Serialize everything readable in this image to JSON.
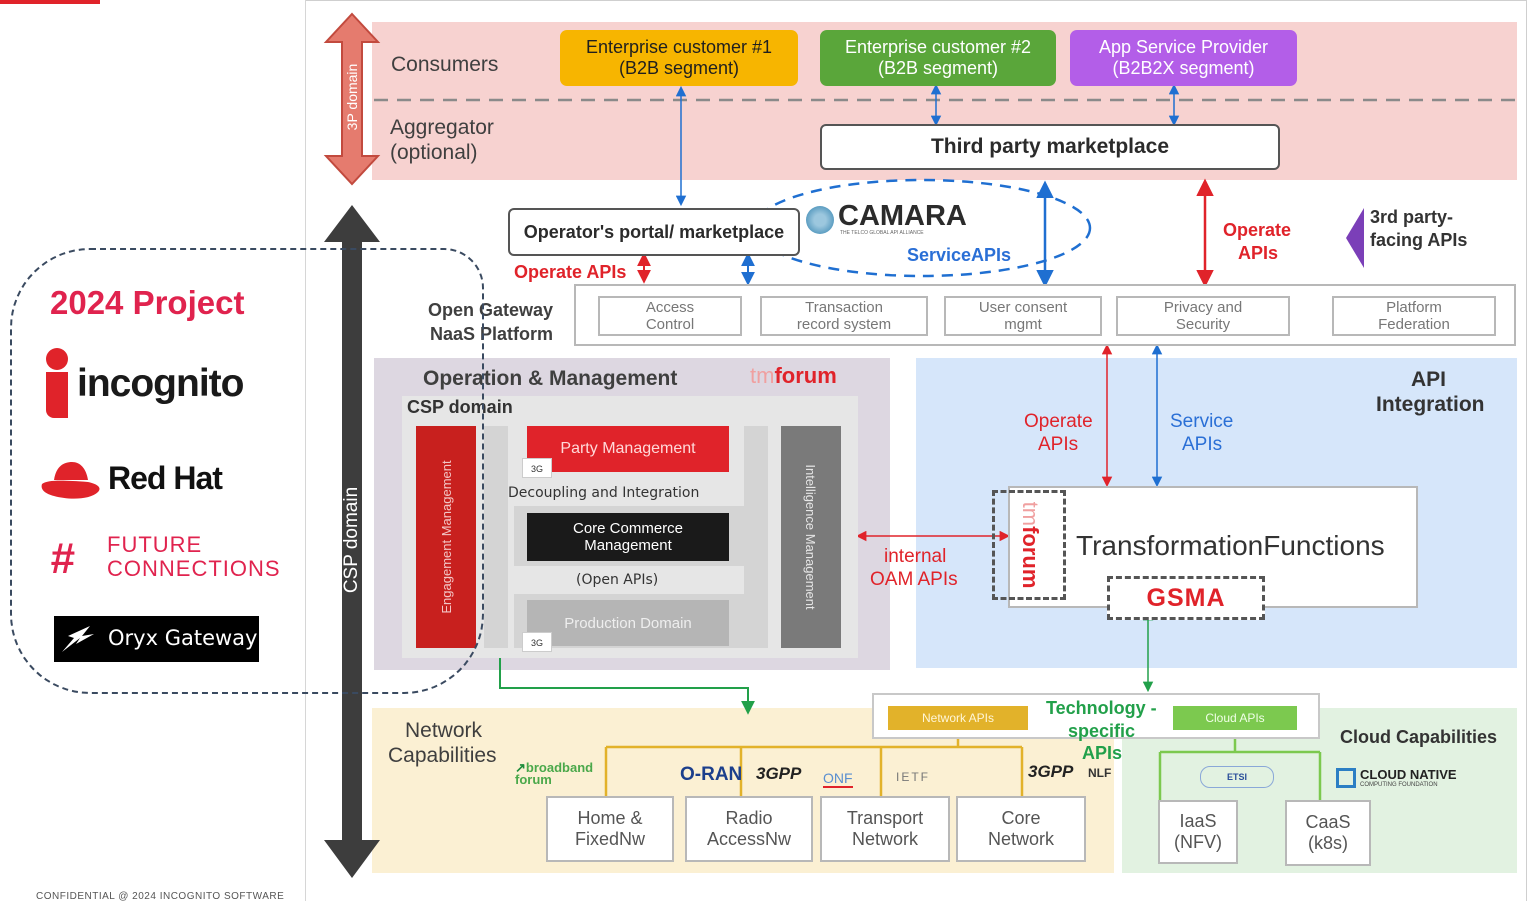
{
  "slide": {
    "footer": "CONFIDENTIAL @ 2024 INCOGNITO SOFTWARE"
  },
  "project_panel": {
    "title": "2024 Project",
    "logos": [
      {
        "name": "incognito",
        "text": "incognito",
        "icon": "incognito-logo-icon",
        "color": "#e0232a"
      },
      {
        "name": "red-hat",
        "text": "Red Hat",
        "icon": "red-hat-logo-icon",
        "color": "#e0232a"
      },
      {
        "name": "future-connections",
        "text_line1": "FUTURE",
        "text_line2": "CONNECTIONS",
        "icon": "hash-logo-icon",
        "color": "#e0234e"
      },
      {
        "name": "oryx-gateway",
        "text": "Oryx Gateway",
        "icon": "oryx-logo-icon",
        "color": "#000000"
      }
    ]
  },
  "diagram": {
    "domains": {
      "three_p": "3P domain",
      "csp": "CSP domain"
    },
    "layers": {
      "consumers": "Consumers",
      "aggregator_line1": "Aggregator",
      "aggregator_line2": "(optional)",
      "open_gateway_line1": "Open Gateway",
      "open_gateway_line2": "NaaS Platform",
      "network_line1": "Network",
      "network_line2": "Capabilities",
      "cloud": "Cloud Capabilities",
      "api_integration_line1": "API",
      "api_integration_line2": "Integration"
    },
    "customers": [
      {
        "line1": "Enterprise customer #1",
        "line2": "(B2B segment)",
        "color": "#f7b500"
      },
      {
        "line1": "Enterprise customer #2",
        "line2": "(B2B segment)",
        "color": "#5aa63a"
      },
      {
        "line1": "App Service Provider",
        "line2": "(B2B2X segment)",
        "color": "#b35ee8"
      }
    ],
    "marketplace": "Third party marketplace",
    "operator_portal": "Operator's portal/ marketplace",
    "camara": {
      "name": "CAMARA",
      "tagline": "THE TELCO GLOBAL API ALLIANCE",
      "service_apis": "ServiceAPIs"
    },
    "api_labels": {
      "operate_apis": "Operate APIs",
      "operate_line1": "Operate",
      "apis": "APIs",
      "service_line1": "Service",
      "third_party_line1": "3rd party-",
      "third_party_line2": "facing APIs",
      "internal_line1": "internal",
      "internal_line2": "OAM APIs"
    },
    "platform_boxes": [
      {
        "line1": "Access",
        "line2": "Control"
      },
      {
        "line1": "Transaction",
        "line2": "record system"
      },
      {
        "line1": "User consent",
        "line2": "mgmt"
      },
      {
        "line1": "Privacy and",
        "line2": "Security"
      },
      {
        "line1": "Platform",
        "line2": "Federation"
      }
    ],
    "operation": {
      "title": "Operation & Management",
      "tmforum": "tmforum",
      "csp_domain": "CSP domain",
      "engagement": "Engagement Management",
      "party": "Party Management",
      "decoupling": "Decoupling and Integration",
      "core_commerce_line1": "Core Commerce",
      "core_commerce_line2": "Management",
      "open_apis": "(Open APIs)",
      "production": "Production Domain",
      "intelligence": "Intelligence Management"
    },
    "transformation": {
      "title": "TransformationFunctions",
      "tmforum": "tmforum",
      "gsma": "GSMA"
    },
    "tech": {
      "network_apis": "Network APIs",
      "technology_line1": "Technology -",
      "technology_line2": "specific",
      "technology_line3": "APIs",
      "cloud_apis": "Cloud APIs"
    },
    "sdo_logos": {
      "broadband": "broadband forum",
      "oran": "O-RAN",
      "threegpp": "3GPP",
      "onf": "ONF",
      "ietf": "IETF",
      "nlf": "NLF",
      "etsi": "ETSI",
      "cncf_line1": "CLOUD NATIVE",
      "cncf_line2": "COMPUTING FOUNDATION"
    },
    "network_boxes": [
      {
        "line1": "Home &",
        "line2": "FixedNw"
      },
      {
        "line1": "Radio",
        "line2": "AccessNw"
      },
      {
        "line1": "Transport",
        "line2": "Network"
      },
      {
        "line1": "Core",
        "line2": "Network"
      }
    ],
    "cloud_boxes": [
      {
        "line1": "IaaS",
        "line2": "(NFV)"
      },
      {
        "line1": "CaaS",
        "line2": "(k8s)"
      }
    ]
  }
}
